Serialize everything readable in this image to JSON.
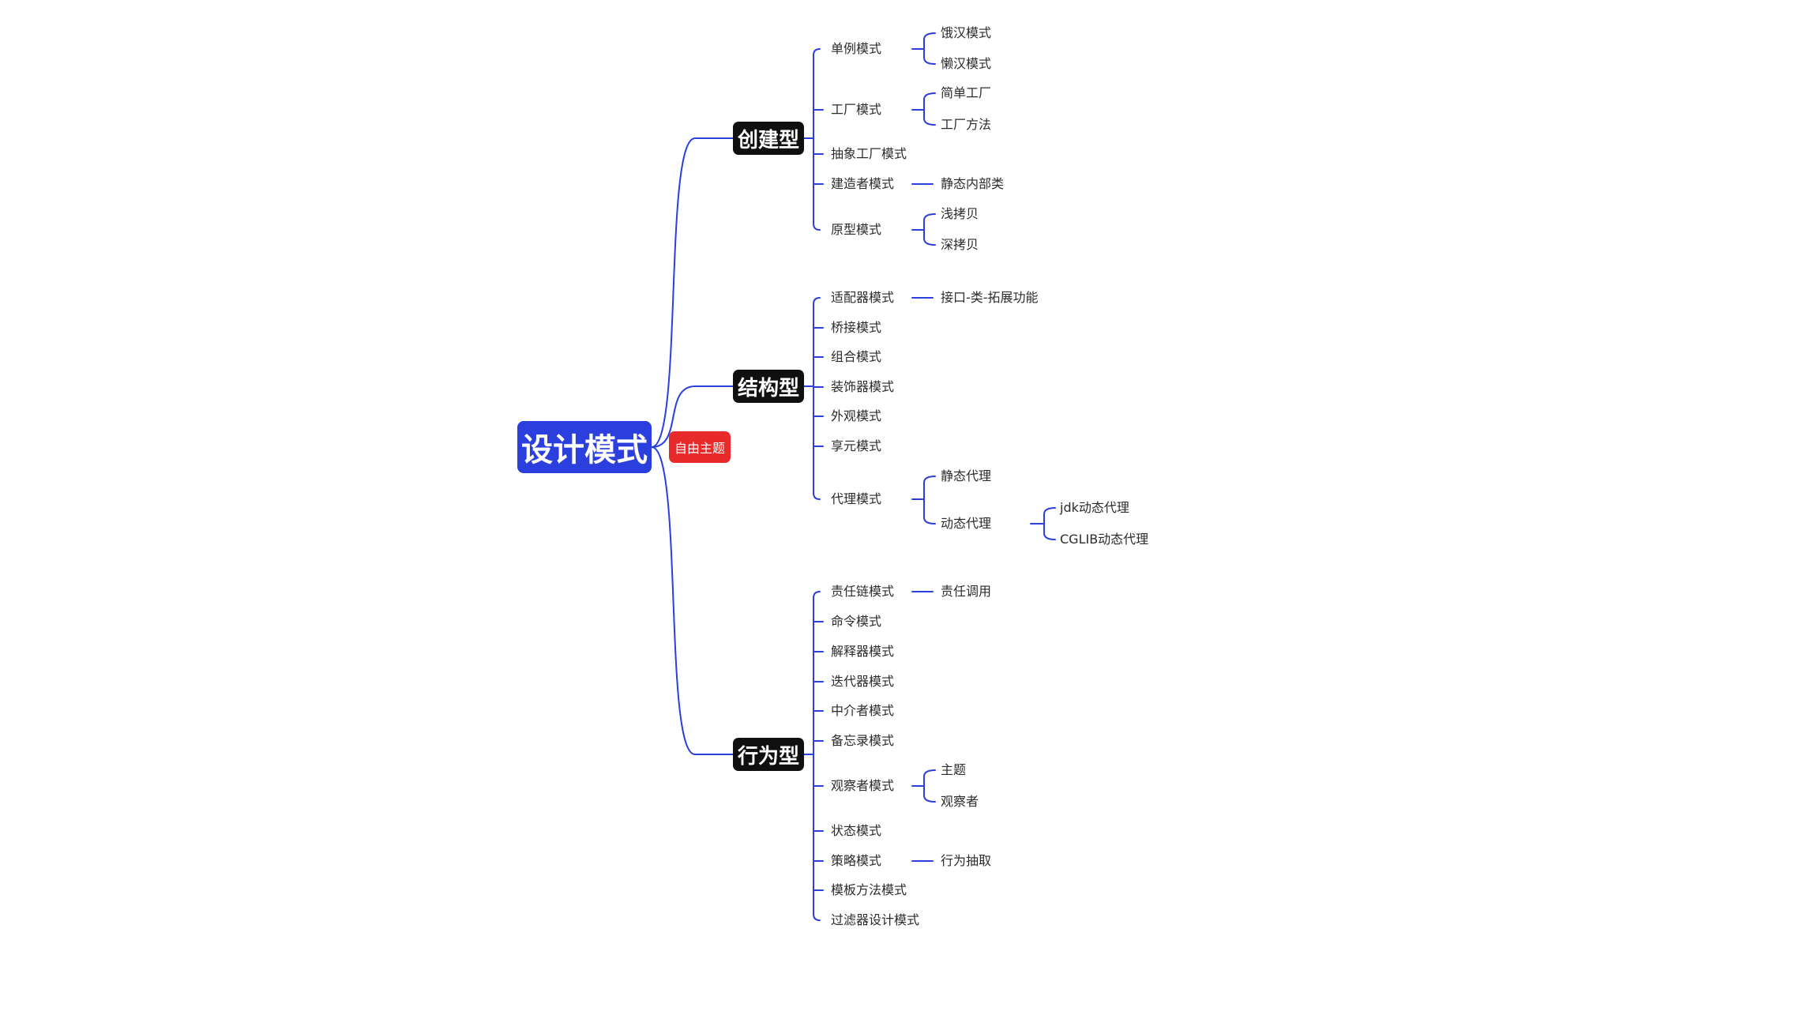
{
  "mindmap": {
    "root": {
      "id": "root",
      "label": "设计模式"
    },
    "floating_topic": {
      "id": "free",
      "label": "自由主题"
    },
    "branches": [
      {
        "id": "b1",
        "label": "创建型"
      },
      {
        "id": "b2",
        "label": "结构型"
      },
      {
        "id": "b3",
        "label": "行为型"
      }
    ],
    "nodes": [
      {
        "id": "n1",
        "parent": "b1",
        "label": "单例模式"
      },
      {
        "id": "n2",
        "parent": "b1",
        "label": "工厂模式"
      },
      {
        "id": "n3",
        "parent": "b1",
        "label": "抽象工厂模式"
      },
      {
        "id": "n4",
        "parent": "b1",
        "label": "建造者模式"
      },
      {
        "id": "n5",
        "parent": "b1",
        "label": "原型模式"
      },
      {
        "id": "n1a",
        "parent": "n1",
        "label": "饿汉模式"
      },
      {
        "id": "n1b",
        "parent": "n1",
        "label": "懒汉模式"
      },
      {
        "id": "n2a",
        "parent": "n2",
        "label": "简单工厂"
      },
      {
        "id": "n2b",
        "parent": "n2",
        "label": "工厂方法"
      },
      {
        "id": "n4a",
        "parent": "n4",
        "label": "静态内部类"
      },
      {
        "id": "n5a",
        "parent": "n5",
        "label": "浅拷贝"
      },
      {
        "id": "n5b",
        "parent": "n5",
        "label": "深拷贝"
      },
      {
        "id": "s1",
        "parent": "b2",
        "label": "适配器模式"
      },
      {
        "id": "s2",
        "parent": "b2",
        "label": "桥接模式"
      },
      {
        "id": "s3",
        "parent": "b2",
        "label": "组合模式"
      },
      {
        "id": "s4",
        "parent": "b2",
        "label": "装饰器模式"
      },
      {
        "id": "s5",
        "parent": "b2",
        "label": "外观模式"
      },
      {
        "id": "s6",
        "parent": "b2",
        "label": "享元模式"
      },
      {
        "id": "s7",
        "parent": "b2",
        "label": "代理模式"
      },
      {
        "id": "s1a",
        "parent": "s1",
        "label": "接口-类-拓展功能"
      },
      {
        "id": "s7a",
        "parent": "s7",
        "label": "静态代理"
      },
      {
        "id": "s7b",
        "parent": "s7",
        "label": "动态代理"
      },
      {
        "id": "s7b1",
        "parent": "s7b",
        "label": "jdk动态代理"
      },
      {
        "id": "s7b2",
        "parent": "s7b",
        "label": "CGLIB动态代理"
      },
      {
        "id": "x1",
        "parent": "b3",
        "label": "责任链模式"
      },
      {
        "id": "x2",
        "parent": "b3",
        "label": "命令模式"
      },
      {
        "id": "x3",
        "parent": "b3",
        "label": "解释器模式"
      },
      {
        "id": "x4",
        "parent": "b3",
        "label": "迭代器模式"
      },
      {
        "id": "x5",
        "parent": "b3",
        "label": "中介者模式"
      },
      {
        "id": "x6",
        "parent": "b3",
        "label": "备忘录模式"
      },
      {
        "id": "x7",
        "parent": "b3",
        "label": "观察者模式"
      },
      {
        "id": "x8",
        "parent": "b3",
        "label": "状态模式"
      },
      {
        "id": "x9",
        "parent": "b3",
        "label": "策略模式"
      },
      {
        "id": "x10",
        "parent": "b3",
        "label": "模板方法模式"
      },
      {
        "id": "x11",
        "parent": "b3",
        "label": "过滤器设计模式"
      },
      {
        "id": "x1a",
        "parent": "x1",
        "label": "责任调用"
      },
      {
        "id": "x7a",
        "parent": "x7",
        "label": "主题"
      },
      {
        "id": "x7b",
        "parent": "x7",
        "label": "观察者"
      },
      {
        "id": "x9a",
        "parent": "x9",
        "label": "行为抽取"
      }
    ]
  },
  "colors": {
    "root_bg": "#2a3fde",
    "branch_bg": "#101010",
    "floating_bg": "#e82a2a",
    "connector": "#2a3fde",
    "leaf_text": "#2b2b2b"
  }
}
